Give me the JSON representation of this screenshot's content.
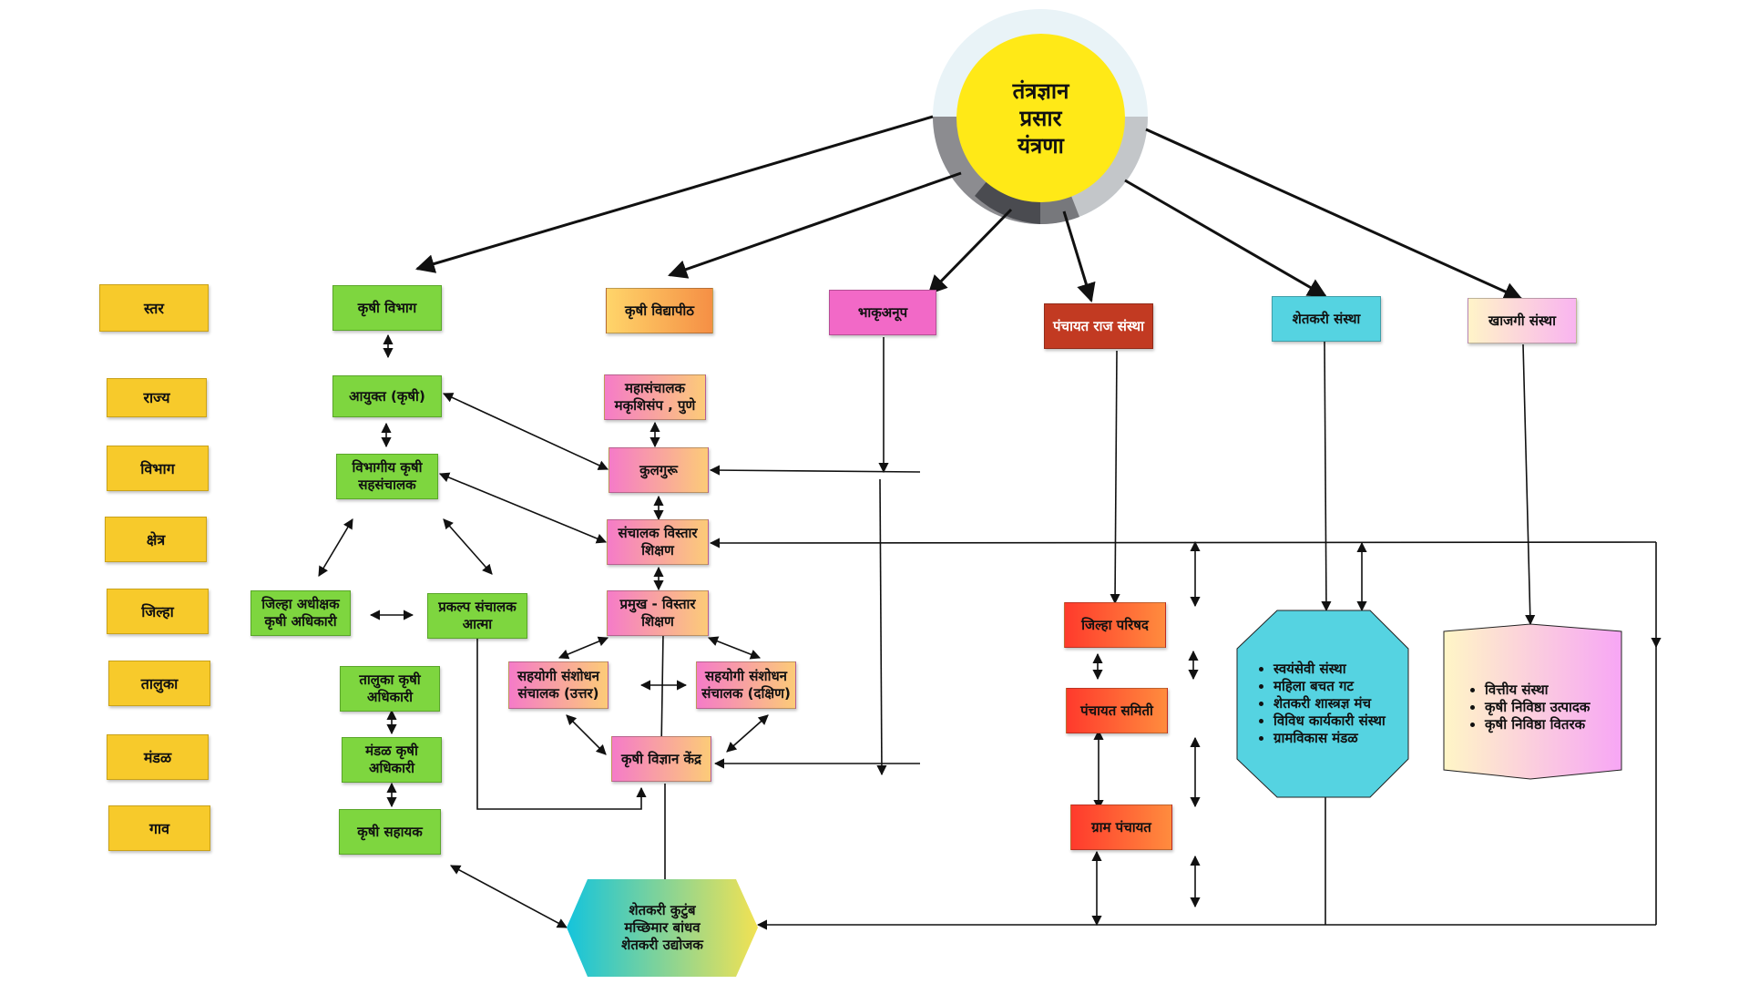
{
  "hub": {
    "title": "तंत्रज्ञान\nप्रसार\nयंत्रणा"
  },
  "levels": [
    "स्तर",
    "राज्य",
    "विभाग",
    "क्षेत्र",
    "जिल्हा",
    "तालुका",
    "मंडळ",
    "गाव"
  ],
  "agri_dept": {
    "head": "कृषी विभाग",
    "commissioner": "आयुक्त (कृषी)",
    "divisional": "विभागीय कृषी\nसहसंचालक",
    "district_officer": "जिल्हा अधीक्षक\nकृषी अधिकारी",
    "atma": "प्रकल्प संचालक\nआत्मा",
    "taluka": "तालुका कृषी\nअधिकारी",
    "mandal": "मंडळ कृषी\nअधिकारी",
    "assistant": "कृषी सहायक"
  },
  "university": {
    "head": "कृषी विद्यापीठ",
    "director_general": "महासंचालक\nमकृशिसंप , पुणे",
    "vice_chancellor": "कुलगुरू",
    "director_extension": "संचालक विस्तार\nशिक्षण",
    "head_extension": "प्रमुख - विस्तार\nशिक्षण",
    "assoc_north": "सहयोगी संशोधन\nसंचालक (उत्तर)",
    "assoc_south": "सहयोगी संशोधन\nसंचालक (दक्षिण)",
    "kvk": "कृषी विज्ञान केंद्र"
  },
  "icar": {
    "head": "भाकृअनूप"
  },
  "panchayat": {
    "head": "पंचायत राज संस्था",
    "zilla": "जिल्हा परिषद",
    "samiti": "पंचायत समिती",
    "gram": "ग्राम पंचायत"
  },
  "farmer_org": {
    "head": "शेतकरी संस्था",
    "items": [
      "स्वयंसेवी संस्था",
      "महिला बचत गट",
      "शेतकरी शास्त्रज्ञ मंच",
      "विविध कार्यकारी संस्था",
      "ग्रामविकास मंडळ"
    ]
  },
  "private_org": {
    "head": "खाजगी संस्था",
    "items": [
      "वित्तीय संस्था",
      "कृषी निविष्ठा उत्पादक",
      "कृषी निविष्ठा वितरक"
    ]
  },
  "beneficiaries": {
    "text": "शेतकरी कुटुंब\nमच्छिमार बांधव\nशेतकरी उद्योजक"
  },
  "colors": {
    "hub": "#ffe917",
    "level": "#f7ca2b",
    "green": "#7ed63f",
    "cyan": "#55d3e1"
  }
}
